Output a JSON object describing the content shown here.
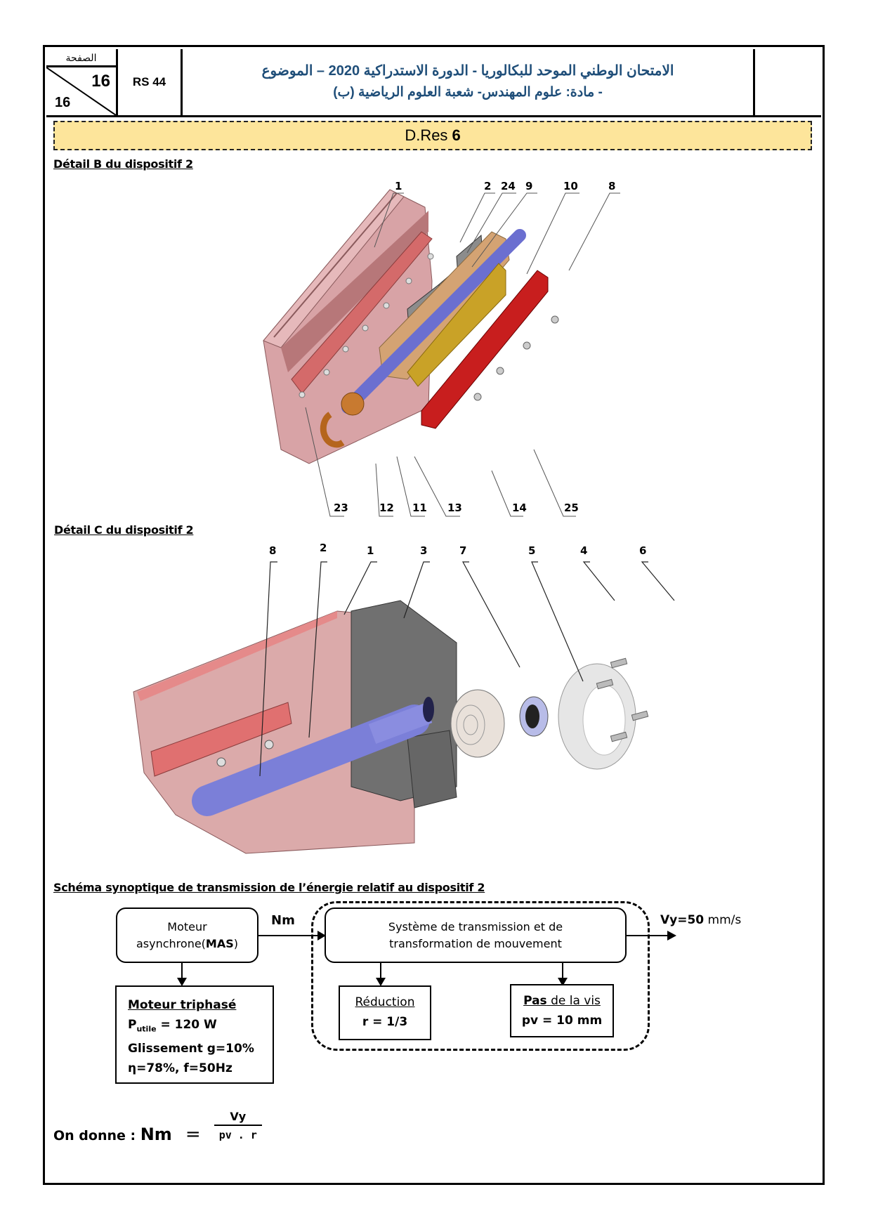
{
  "header": {
    "page_label": "الصفحة",
    "page_current": "16",
    "page_total": "16",
    "code": "RS 44",
    "title_line1": "الامتحان الوطني الموحد للبكالوريا - الدورة الاستدراكية 2020 – الموضوع",
    "title_line2": "- مادة: علوم المهندس- شعبة العلوم الرياضية (ب)"
  },
  "banner": {
    "prefix": "D.Res",
    "number": "6"
  },
  "detail_b": {
    "title": "Détail B du dispositif 2",
    "callouts_top": [
      "1",
      "2",
      "24",
      "9",
      "10",
      "8"
    ],
    "callouts_bottom": [
      "23",
      "12",
      "11",
      "13",
      "14",
      "25"
    ]
  },
  "detail_c": {
    "title": "Détail C du dispositif 2",
    "callouts": [
      "8",
      "2",
      "1",
      "3",
      "7",
      "5",
      "4",
      "6"
    ]
  },
  "synoptic": {
    "title": "Schéma synoptique de transmission de l’énergie relatif au dispositif 2",
    "motor_box": {
      "line1": "Moteur",
      "line2_prefix": "asynchrone(",
      "line2_bold": "MAS",
      "line2_suffix": ")"
    },
    "nm_label": "Nm",
    "transmission_box": {
      "line1": "Système de transmission et de",
      "line2": "transformation de mouvement"
    },
    "output_label_bold": "Vy=50",
    "output_label_unit": " mm/s",
    "motor_specs": {
      "title": "Moteur triphasé",
      "power_prefix": "P",
      "power_sub": "utile",
      "power_value": " = 120 W",
      "slip": "Glissement g=10%",
      "eff_freq": "η=78%, f=50Hz"
    },
    "reduction": {
      "title": "Réduction",
      "value": "r = 1/3"
    },
    "screw_pitch": {
      "title_bold": "Pas",
      "title_rest": " de la vis",
      "value": "pv = 10 mm"
    }
  },
  "formula": {
    "prefix": "On donne : ",
    "lhs": "Nm",
    "eq": "=",
    "numerator": "Vy",
    "denominator": "pv . r"
  },
  "colors": {
    "banner_bg": "#fde59b",
    "title_blue": "#1f4e79",
    "profile_pink": "#d8a3a6",
    "rail_red": "#d46a6a",
    "screw_blue": "#7b7fd8",
    "nut_tan": "#d4a373",
    "cover_red": "#c81e1e",
    "block_gray": "#6e6e6e"
  }
}
